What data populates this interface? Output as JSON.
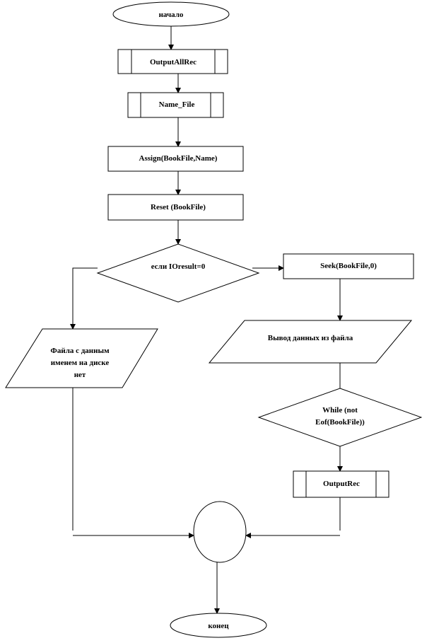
{
  "flowchart": {
    "start": "начало",
    "output_all_rec": "OutputAllRec",
    "name_file": "Name_File",
    "assign": "Assign(BookFile,Name)",
    "reset": "Reset (BookFile)",
    "condition": "если IOresult=0",
    "seek": "Seek(BookFile,0)",
    "file_missing_line1": "Файла с данным",
    "file_missing_line2": "именем на диске",
    "file_missing_line3": "нет",
    "output_data": "Вывод данных из файла",
    "while_line1": "While (not",
    "while_line2": "Eof(BookFile))",
    "output_rec": "OutputRec",
    "end": "конец"
  }
}
